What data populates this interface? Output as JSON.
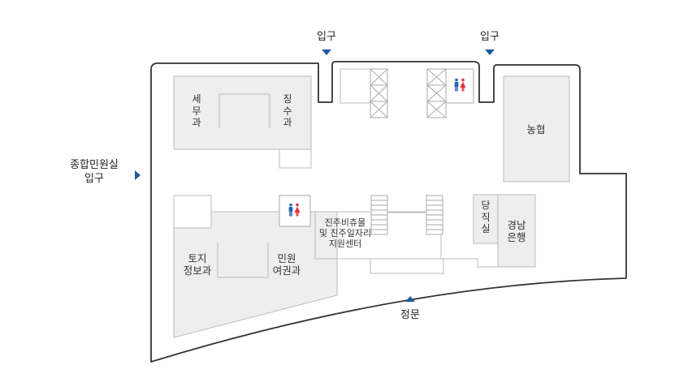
{
  "map": {
    "entrances": {
      "top_left": "입구",
      "top_right": "입구",
      "main_gate": "정문",
      "civic_center": "종합민원실\n입구"
    },
    "rooms": {
      "tax_division": "세\n무\n과",
      "collection_division": "징\n수\n과",
      "land_info_division": "토지\n정보과",
      "civil_passport_division": "민원\n여권과",
      "job_center": "진주비츄몰\n및 진주일자리\n지원센터",
      "duty_room": "당\n직\n실",
      "gyeongnam_bank": "경남\n은행",
      "nonghyup": "농협"
    },
    "icons": {
      "restroom_upper": "restroom-icon",
      "restroom_lower": "restroom-icon",
      "entrance_marker": "triangle-arrow-icon"
    },
    "colors": {
      "wall": "#333333",
      "room_fill": "#eeeeee",
      "room_stroke": "#bbbbbb",
      "arrow": "#1e5aa0",
      "male": "#2a64b4",
      "female": "#e0353b"
    }
  }
}
